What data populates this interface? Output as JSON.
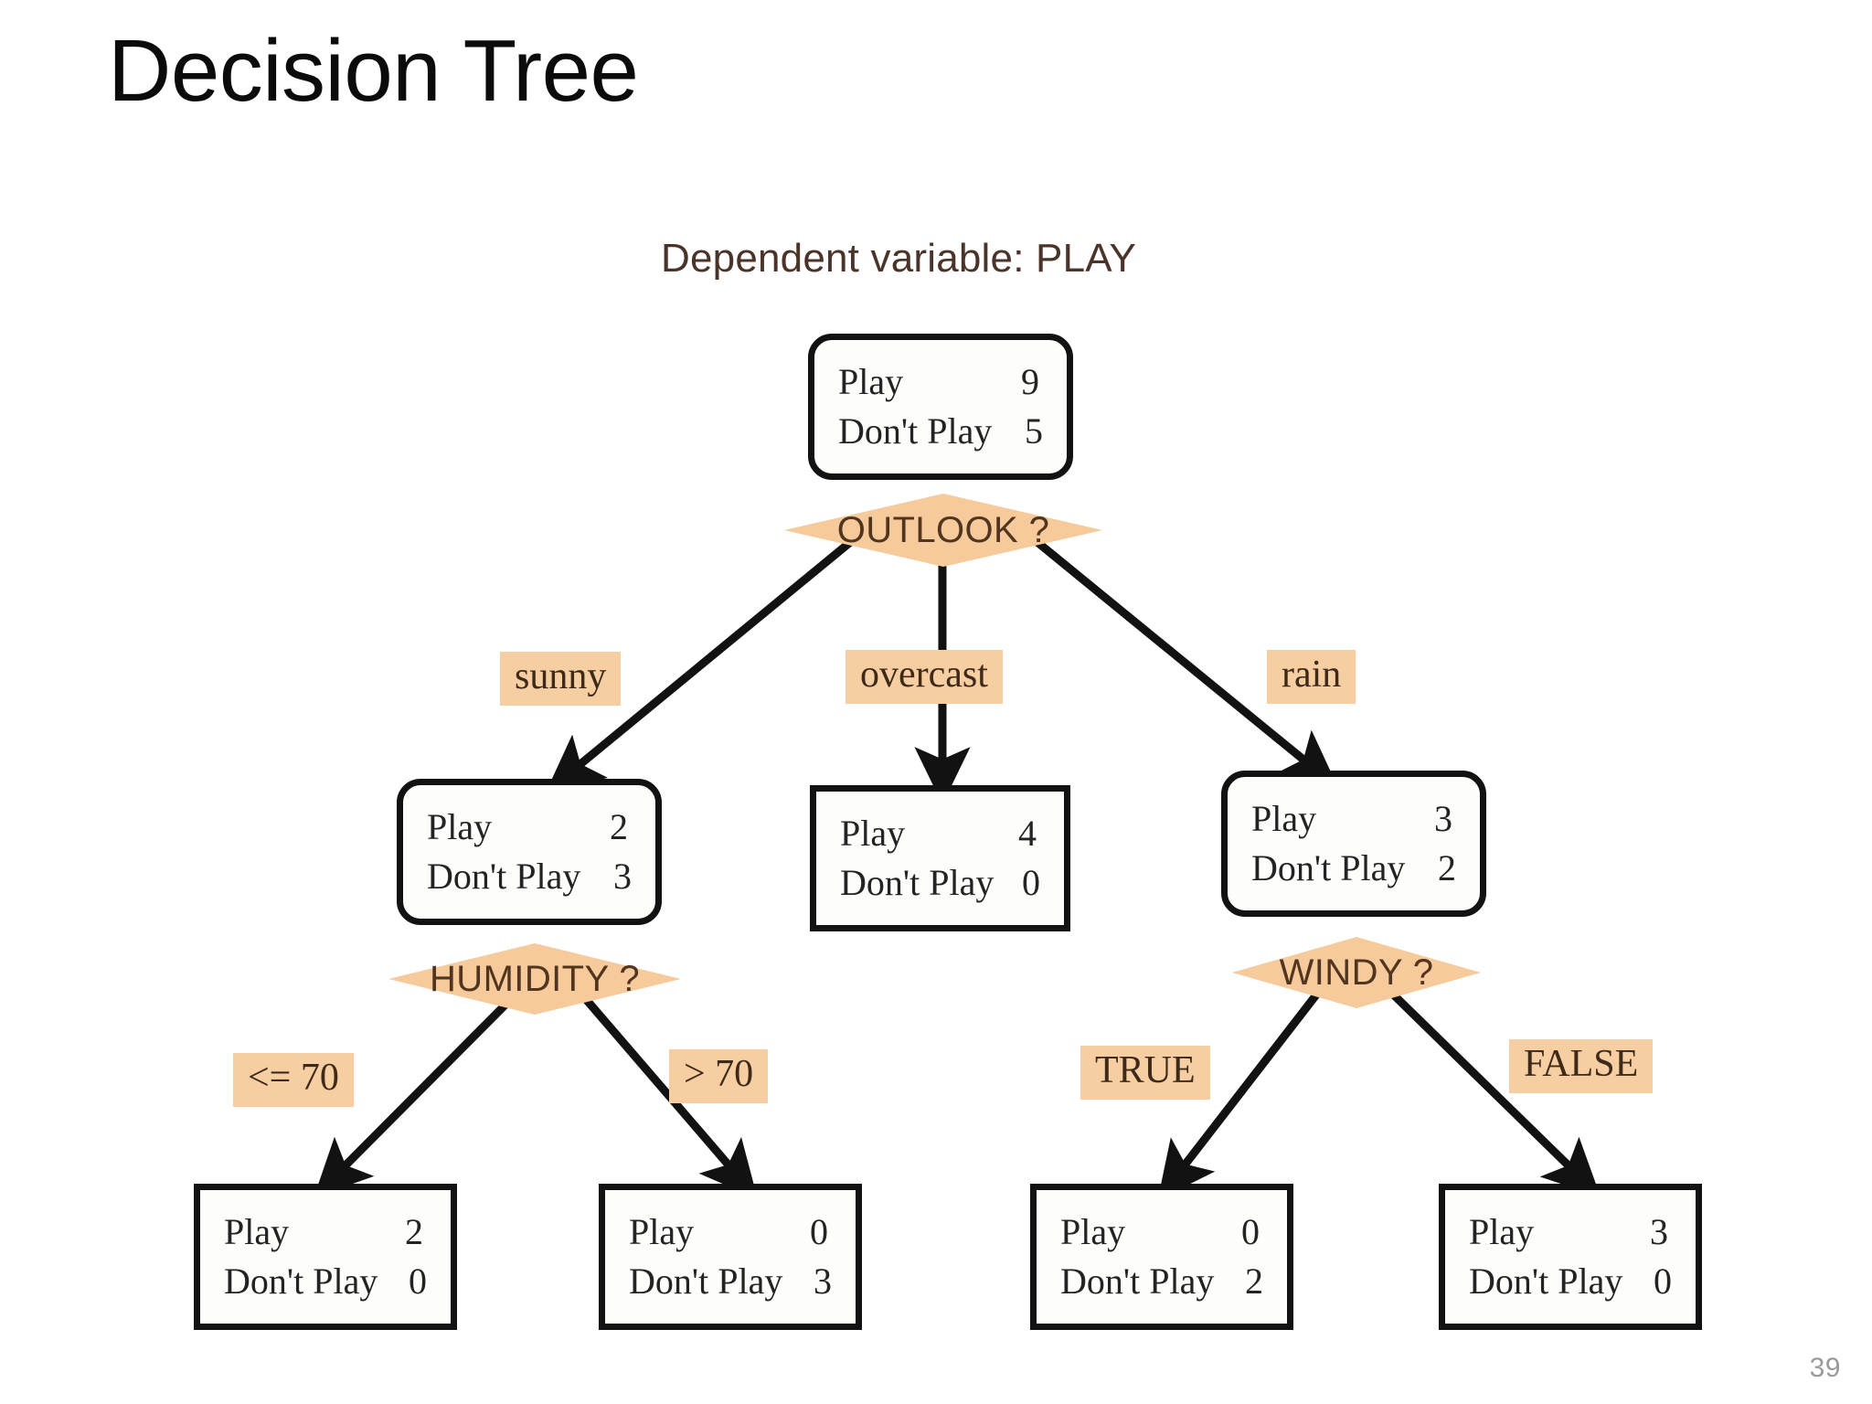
{
  "slide": {
    "title": "Decision Tree",
    "page_number": "39"
  },
  "diagram": {
    "caption": "Dependent variable: PLAY",
    "palette": {
      "highlight": "#f7cda2",
      "diamond_fill": "#f6ca9b",
      "diamond_text": "#51351f",
      "caption_text": "#4a3328",
      "node_border": "#121212",
      "node_text": "#232323",
      "page_number_text": "#9a9a9a"
    },
    "row_labels": {
      "play": "Play",
      "dont_play": "Don't Play"
    },
    "nodes": {
      "root": {
        "play": "9",
        "dont_play": "5",
        "shape": "rounded"
      },
      "sunny": {
        "play": "2",
        "dont_play": "3",
        "shape": "rounded"
      },
      "overcast": {
        "play": "4",
        "dont_play": "0",
        "shape": "square"
      },
      "rain": {
        "play": "3",
        "dont_play": "2",
        "shape": "rounded"
      },
      "hum_le70": {
        "play": "2",
        "dont_play": "0",
        "shape": "square"
      },
      "hum_gt70": {
        "play": "0",
        "dont_play": "3",
        "shape": "square"
      },
      "windy_true": {
        "play": "0",
        "dont_play": "2",
        "shape": "square"
      },
      "windy_false": {
        "play": "3",
        "dont_play": "0",
        "shape": "square"
      }
    },
    "decisions": {
      "outlook": "OUTLOOK ?",
      "humidity": "HUMIDITY ?",
      "windy": "WINDY ?"
    },
    "branches": {
      "sunny": "sunny",
      "overcast": "overcast",
      "rain": "rain",
      "hum_le70": "<= 70",
      "hum_gt70": "> 70",
      "windy_true": "TRUE",
      "windy_false": "FALSE"
    }
  },
  "chart_data": {
    "type": "diagram",
    "title": "Decision Tree",
    "subtitle": "Dependent variable: PLAY",
    "tree": {
      "id": "root",
      "counts": {
        "Play": 9,
        "Don't Play": 5
      },
      "split_on": "OUTLOOK ?",
      "children": [
        {
          "id": "sunny",
          "edge_label": "sunny",
          "counts": {
            "Play": 2,
            "Don't Play": 3
          },
          "split_on": "HUMIDITY ?",
          "children": [
            {
              "id": "hum_le70",
              "edge_label": "<= 70",
              "counts": {
                "Play": 2,
                "Don't Play": 0
              },
              "leaf": true
            },
            {
              "id": "hum_gt70",
              "edge_label": "> 70",
              "counts": {
                "Play": 0,
                "Don't Play": 3
              },
              "leaf": true
            }
          ]
        },
        {
          "id": "overcast",
          "edge_label": "overcast",
          "counts": {
            "Play": 4,
            "Don't Play": 0
          },
          "leaf": true
        },
        {
          "id": "rain",
          "edge_label": "rain",
          "counts": {
            "Play": 3,
            "Don't Play": 2
          },
          "split_on": "WINDY ?",
          "children": [
            {
              "id": "windy_true",
              "edge_label": "TRUE",
              "counts": {
                "Play": 0,
                "Don't Play": 2
              },
              "leaf": true
            },
            {
              "id": "windy_false",
              "edge_label": "FALSE",
              "counts": {
                "Play": 3,
                "Don't Play": 0
              },
              "leaf": true
            }
          ]
        }
      ]
    }
  }
}
